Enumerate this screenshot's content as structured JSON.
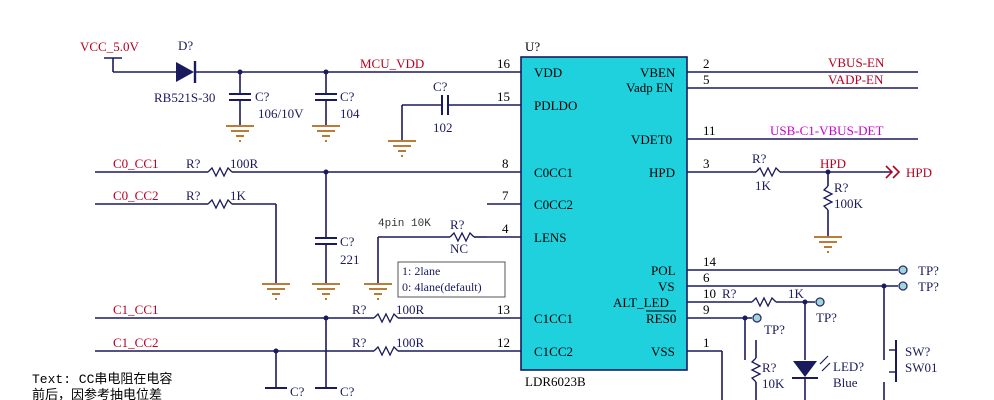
{
  "ic": {
    "ref": "U?",
    "part": "LDR6023B",
    "fill": "#1fd0dd",
    "left_pins": [
      {
        "num": "16",
        "name": "VDD"
      },
      {
        "num": "15",
        "name": "PDLDO"
      },
      {
        "num": "8",
        "name": "C0CC1"
      },
      {
        "num": "7",
        "name": "C0CC2"
      },
      {
        "num": "4",
        "name": "LENS"
      },
      {
        "num": "13",
        "name": "C1CC1"
      },
      {
        "num": "12",
        "name": "C1CC2"
      }
    ],
    "right_pins": [
      {
        "num": "2",
        "name": "VBEN"
      },
      {
        "num": "5",
        "name": "Vadp EN"
      },
      {
        "num": "11",
        "name": "VDET0"
      },
      {
        "num": "3",
        "name": "HPD"
      },
      {
        "num": "14",
        "name": "POL"
      },
      {
        "num": "6",
        "name": "VS"
      },
      {
        "num": "10",
        "name": "ALT_LED"
      },
      {
        "num": "9",
        "name": "RES0"
      },
      {
        "num": "1",
        "name": "VSS"
      }
    ]
  },
  "nets": {
    "vcc": "VCC_5.0V",
    "mcu_vdd": "MCU_VDD",
    "c0_cc1": "C0_CC1",
    "c0_cc2": "C0_CC2",
    "c1_cc1": "C1_CC1",
    "c1_cc2": "C1_CC2",
    "vbus_en": "VBUS-EN",
    "vadp_en": "VADP-EN",
    "usb_vbus_det": "USB-C1-VBUS-DET",
    "hpd_net": "HPD",
    "hpd_port": "HPD"
  },
  "components": {
    "diode_ref": "D?",
    "diode_part": "RB521S-30",
    "c1_ref": "C?",
    "c1_val": "106/10V",
    "c2_ref": "C?",
    "c2_val": "104",
    "c3_ref": "C?",
    "c3_val": "102",
    "c4_ref": "C?",
    "c4_val": "221",
    "c5_ref": "C?",
    "c6_ref": "C?",
    "r_cc1_ref": "R?",
    "r_cc1_val": "100R",
    "r_cc2_ref": "R?",
    "r_cc2_val": "1K",
    "r_lens_ref": "R?",
    "r_lens_val": "NC",
    "r_c1cc1_ref": "R?",
    "r_c1cc1_val": "100R",
    "r_c1cc2_ref": "R?",
    "r_c1cc2_val": "100R",
    "r_hpd_ref": "R?",
    "r_hpd_val": "1K",
    "r_hpd_pd_ref": "R?",
    "r_hpd_pd_val": "100K",
    "r_led_ref": "R?",
    "r_led_val": "1K",
    "r_res_ref": "R?",
    "r_res_val": "10K",
    "led_ref": "LED?",
    "led_val": "Blue",
    "sw_ref": "SW?",
    "sw_val": "SW01",
    "tp1": "TP?",
    "tp2": "TP?",
    "tp3": "TP?",
    "tp4": "TP?"
  },
  "notes": {
    "lens_hint": "4pin 10K",
    "lane1": "1: 2lane",
    "lane0": "0: 4lane(default)",
    "text1": "Text: CC串电阻在电容",
    "text2": "前后，因参考抽电位差"
  }
}
